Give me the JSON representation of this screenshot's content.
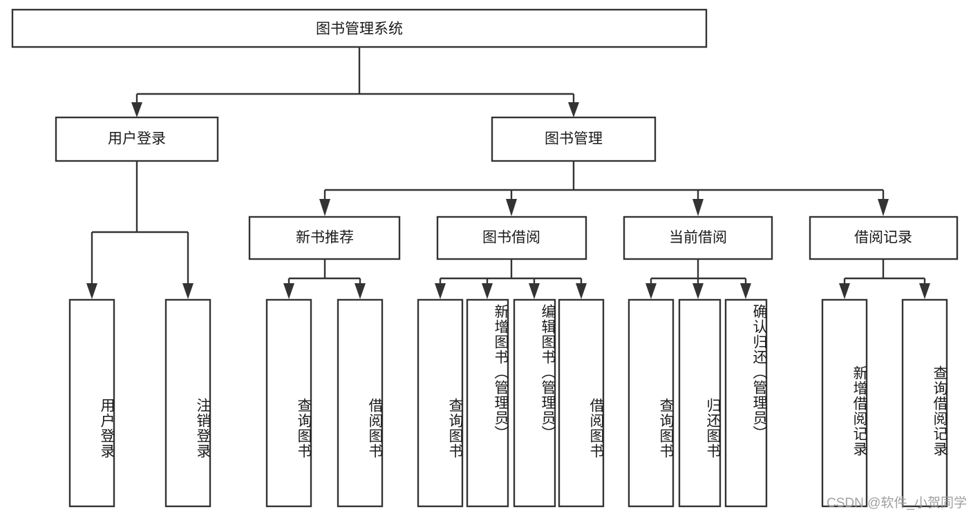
{
  "diagram": {
    "type": "tree",
    "title": "图书管理系统",
    "root": {
      "id": "root",
      "label": "图书管理系统"
    },
    "level2": [
      {
        "id": "user-login",
        "label": "用户登录"
      },
      {
        "id": "book-manage",
        "label": "图书管理"
      }
    ],
    "level3": [
      {
        "id": "new-book-recommend",
        "label": "新书推荐"
      },
      {
        "id": "book-borrow",
        "label": "图书借阅"
      },
      {
        "id": "current-borrow",
        "label": "当前借阅"
      },
      {
        "id": "borrow-record",
        "label": "借阅记录"
      }
    ],
    "leaves": {
      "user_login": [
        {
          "id": "leaf-user-login",
          "label": "用户登录"
        },
        {
          "id": "leaf-logout",
          "label": "注销登录"
        }
      ],
      "new_book_recommend": [
        {
          "id": "leaf-query-book-1",
          "label": "查询图书"
        },
        {
          "id": "leaf-borrow-book-1",
          "label": "借阅图书"
        }
      ],
      "book_borrow": [
        {
          "id": "leaf-query-book-2",
          "label": "查询图书"
        },
        {
          "id": "leaf-add-book",
          "label": "新增图书（管理员）"
        },
        {
          "id": "leaf-edit-book",
          "label": "编辑图书（管理员）"
        },
        {
          "id": "leaf-borrow-book-2",
          "label": "借阅图书"
        }
      ],
      "current_borrow": [
        {
          "id": "leaf-query-book-3",
          "label": "查询图书"
        },
        {
          "id": "leaf-return-book",
          "label": "归还图书"
        },
        {
          "id": "leaf-confirm-return",
          "label": "确认归还（管理员）"
        }
      ],
      "borrow_record": [
        {
          "id": "leaf-add-record",
          "label": "新增借阅记录"
        },
        {
          "id": "leaf-query-record",
          "label": "查询借阅记录"
        }
      ]
    }
  },
  "watermark": {
    "text": "CSDN @软件_小贺同学"
  },
  "colors": {
    "background": "#ffffff",
    "box_fill": "#ffffff",
    "box_stroke": "#333333",
    "text": "#1a1a1a",
    "watermark": "#9b9b9b"
  }
}
